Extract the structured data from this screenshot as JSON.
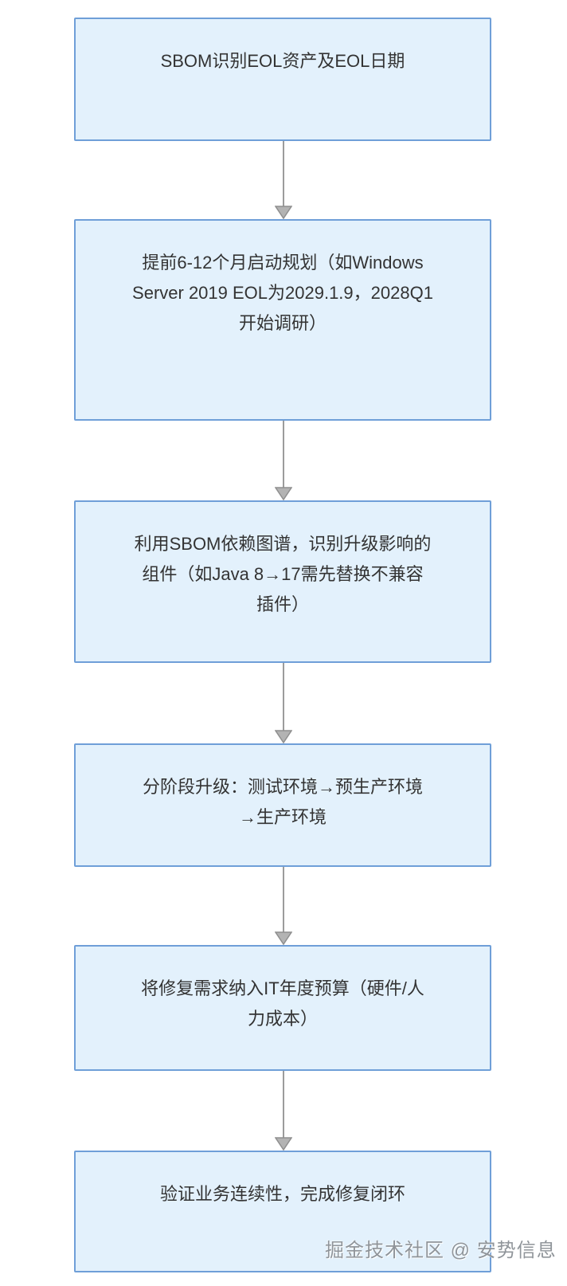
{
  "flow": {
    "type": "flowchart",
    "direction": "top-down",
    "nodes": [
      {
        "id": "step-1",
        "text": "SBOM识别EOL资产及EOL日期",
        "lines": [
          "SBOM识别EOL资产及EOL日期"
        ]
      },
      {
        "id": "step-2",
        "text": "提前6-12个月启动规划（如Windows Server 2019 EOL为2029.1.9，2028Q1开始调研）",
        "lines": [
          "提前6-12个月启动规划（如Windows",
          "Server 2019 EOL为2029.1.9，2028Q1",
          "开始调研）"
        ]
      },
      {
        "id": "step-3",
        "text": "利用SBOM依赖图谱，识别升级影响的组件（如Java 8→17需先替换不兼容插件）",
        "lines": [
          "利用SBOM依赖图谱，识别升级影响的",
          "组件（如Java 8→17需先替换不兼容",
          "插件）"
        ]
      },
      {
        "id": "step-4",
        "text": "分阶段升级：测试环境→预生产环境→生产环境",
        "lines": [
          "分阶段升级：测试环境→预生产环境",
          "→生产环境"
        ]
      },
      {
        "id": "step-5",
        "text": "将修复需求纳入IT年度预算（硬件/人力成本）",
        "lines": [
          "将修复需求纳入IT年度预算（硬件/人",
          "力成本）"
        ]
      },
      {
        "id": "step-6",
        "text": "验证业务连续性，完成修复闭环",
        "lines": [
          "验证业务连续性，完成修复闭环"
        ]
      }
    ],
    "connections": [
      {
        "from": "step-1",
        "to": "step-2"
      },
      {
        "from": "step-2",
        "to": "step-3"
      },
      {
        "from": "step-3",
        "to": "step-4"
      },
      {
        "from": "step-4",
        "to": "step-5"
      },
      {
        "from": "step-5",
        "to": "step-6"
      }
    ]
  },
  "watermark": {
    "text": "掘金技术社区 @ 安势信息"
  },
  "icons": {
    "arrow_head": "▼"
  },
  "colors": {
    "node_fill": "#e3f1fc",
    "node_border": "#6f9fd8",
    "arrow_line": "#9c9c9c",
    "arrow_head_fill": "#b3b3b3",
    "arrow_head_stroke": "#8f8f8f",
    "text": "#333333",
    "background": "#ffffff",
    "watermark_text": "#7d8288"
  }
}
